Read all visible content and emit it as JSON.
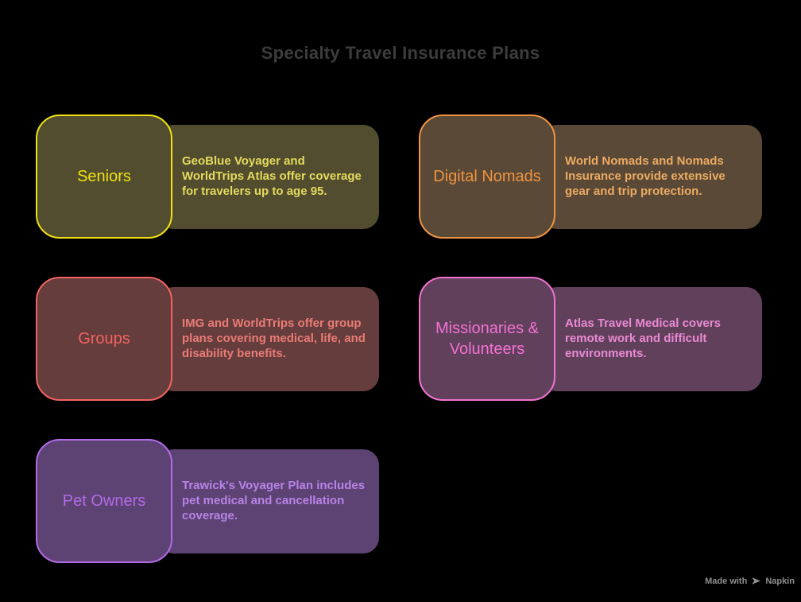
{
  "title": "Specialty Travel Insurance Plans",
  "title_color": "#3c3c3c",
  "background": "#000000",
  "cards": [
    {
      "id": "seniors",
      "label": "Seniors",
      "description": "GeoBlue Voyager and WorldTrips Atlas offer coverage for travelers up to age 95.",
      "colors": {
        "accent": "#f0e112",
        "fill": "#514d2e",
        "description_text": "#e5da5e"
      }
    },
    {
      "id": "digital-nomads",
      "label": "Digital Nomads",
      "description": "World Nomads and Nomads Insurance provide extensive gear and trip protection.",
      "colors": {
        "accent": "#ef9441",
        "fill": "#5a4936",
        "description_text": "#edab63"
      }
    },
    {
      "id": "groups",
      "label": "Groups",
      "description": "IMG and WorldTrips offer group plans covering medical, life, and disability benefits.",
      "colors": {
        "accent": "#f26461",
        "fill": "#643d3c",
        "description_text": "#ea7b76"
      }
    },
    {
      "id": "missionaries-volunteers",
      "label": "Missionaries & Volunteers",
      "description": "Atlas Travel Medical covers remote work and difficult environments.",
      "colors": {
        "accent": "#f272d2",
        "fill": "#61405c",
        "description_text": "#ea8ad2"
      }
    },
    {
      "id": "pet-owners",
      "label": "Pet Owners",
      "description": "Trawick's Voyager Plan includes pet medical and cancellation coverage.",
      "colors": {
        "accent": "#b36ae6",
        "fill": "#5d4374",
        "description_text": "#b883e6"
      }
    }
  ],
  "watermark": {
    "text": "Made with",
    "brand": "Napkin",
    "logo_icon": "napkin-logo-icon",
    "color": "#8f8f8f"
  }
}
